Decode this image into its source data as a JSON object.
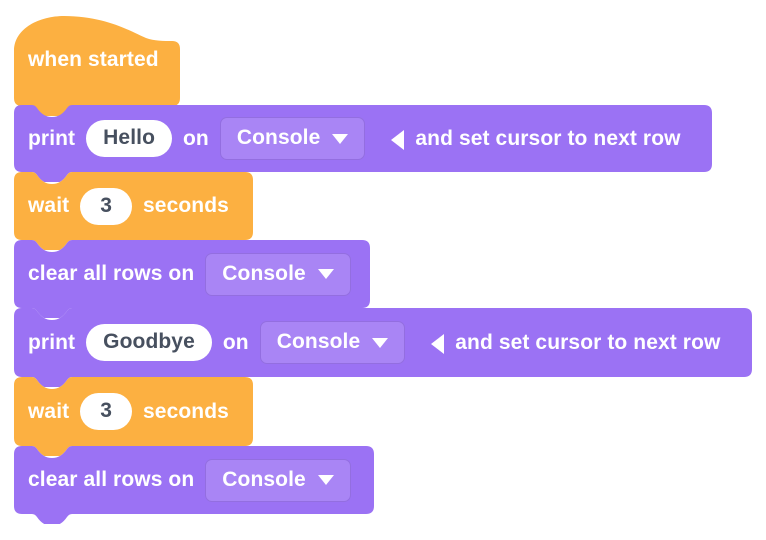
{
  "workspace": {
    "background": "#ffffff",
    "palette": {
      "event_orange": "#fcb041",
      "event_orange_dark": "#f79e2c",
      "console_purple": "#9b72f4",
      "console_purple_dark": "#8359e8",
      "field_white": "#ffffff",
      "field_text": "#47505f"
    }
  },
  "blocks": [
    {
      "id": "when-started",
      "type": "hat",
      "category": "events",
      "color": "#fcb041",
      "label": "when started"
    },
    {
      "id": "print-hello",
      "type": "stack",
      "category": "console",
      "color": "#9b72f4",
      "label_1": "print",
      "value": "Hello",
      "label_2": "on",
      "dropdown": "Console",
      "dropdown_icon": "chevron-down-icon",
      "arrow_icon": "triangle-left-icon",
      "label_3": "and set cursor to next row"
    },
    {
      "id": "wait-1",
      "type": "stack",
      "category": "events",
      "color": "#fcb041",
      "label_1": "wait",
      "value": "3",
      "label_2": "seconds"
    },
    {
      "id": "clear-rows-1",
      "type": "stack",
      "category": "console",
      "color": "#9b72f4",
      "label_1": "clear all rows on",
      "dropdown": "Console",
      "dropdown_icon": "chevron-down-icon"
    },
    {
      "id": "print-goodbye",
      "type": "stack",
      "category": "console",
      "color": "#9b72f4",
      "label_1": "print",
      "value": "Goodbye",
      "label_2": "on",
      "dropdown": "Console",
      "dropdown_icon": "chevron-down-icon",
      "arrow_icon": "triangle-left-icon",
      "label_3": "and set cursor to next row"
    },
    {
      "id": "wait-2",
      "type": "stack",
      "category": "events",
      "color": "#fcb041",
      "label_1": "wait",
      "value": "3",
      "label_2": "seconds"
    },
    {
      "id": "clear-rows-2",
      "type": "stack",
      "category": "console",
      "color": "#9b72f4",
      "label_1": "clear all rows on",
      "dropdown": "Console",
      "dropdown_icon": "chevron-down-icon"
    }
  ]
}
